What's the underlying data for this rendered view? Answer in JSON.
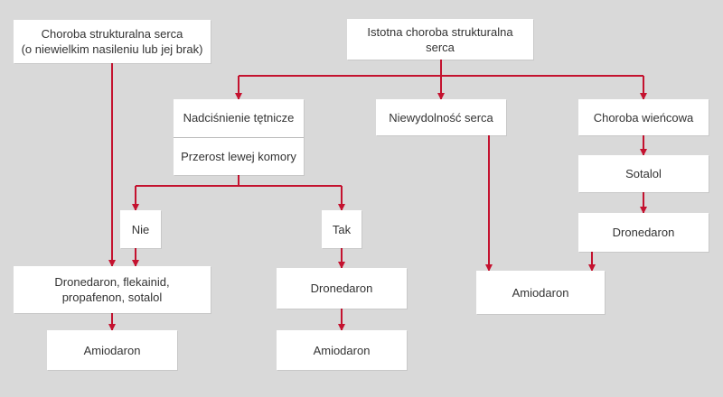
{
  "colors": {
    "background": "#d9d9d9",
    "box": "#ffffff",
    "text": "#333333",
    "arrow": "#c4122f"
  },
  "boxes": {
    "minor_structural": {
      "line1": "Choroba strukturalna serca",
      "line2": "(o niewielkim nasileniu lub jej brak)"
    },
    "major_structural": {
      "line1": "Istotna choroba strukturalna",
      "line2": "serca"
    },
    "hypertension": "Nadciśnienie tętnicze",
    "lv_hypertrophy": "Przerost lewej komory",
    "heart_failure": "Niewydolność serca",
    "coronary": "Choroba wieńcowa",
    "sotalol": "Sotalol",
    "dronedarone_right": "Dronedaron",
    "no": "Nie",
    "yes": "Tak",
    "left_drugs": {
      "line1": "Dronedaron, flekainid,",
      "line2": "propafenon, sotalol"
    },
    "dronedarone_mid": "Dronedaron",
    "amiodarone_right": "Amiodaron",
    "amiodarone_left": "Amiodaron",
    "amiodarone_mid": "Amiodaron"
  }
}
